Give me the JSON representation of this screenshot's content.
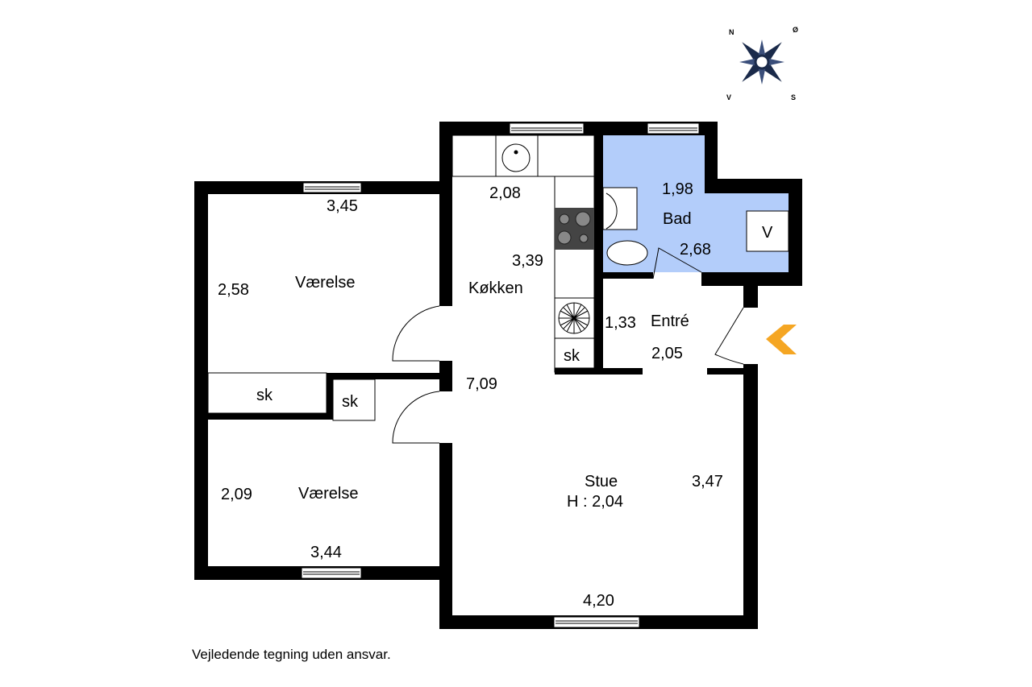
{
  "compass": {
    "n": "N",
    "e": "Ø",
    "s": "S",
    "w": "V"
  },
  "rooms": {
    "bedroom_top": {
      "name": "Værelse",
      "width": "3,45",
      "depth": "2,58"
    },
    "bedroom_bottom": {
      "name": "Værelse",
      "width": "3,44",
      "depth": "2,09"
    },
    "closet_a": "sk",
    "closet_b": "sk",
    "closet_kitchen": "sk",
    "kitchen": {
      "name": "Køkken",
      "width": "2,08",
      "depth": "3,39"
    },
    "bath": {
      "name": "Bad",
      "width": "1,98",
      "depth": "2,68",
      "appliance": "V"
    },
    "entry": {
      "name": "Entré",
      "width": "1,33",
      "depth": "2,05"
    },
    "living": {
      "name": "Stue",
      "height": "H : 2,04",
      "length": "7,09",
      "depth": "3,47",
      "width": "4,20"
    }
  },
  "colors": {
    "bath_fill": "#b3cdfa",
    "entrance_arrow": "#f5a623",
    "wall": "#000000",
    "compass": "#1a2a4a"
  },
  "footer": "Vejledende tegning uden ansvar."
}
